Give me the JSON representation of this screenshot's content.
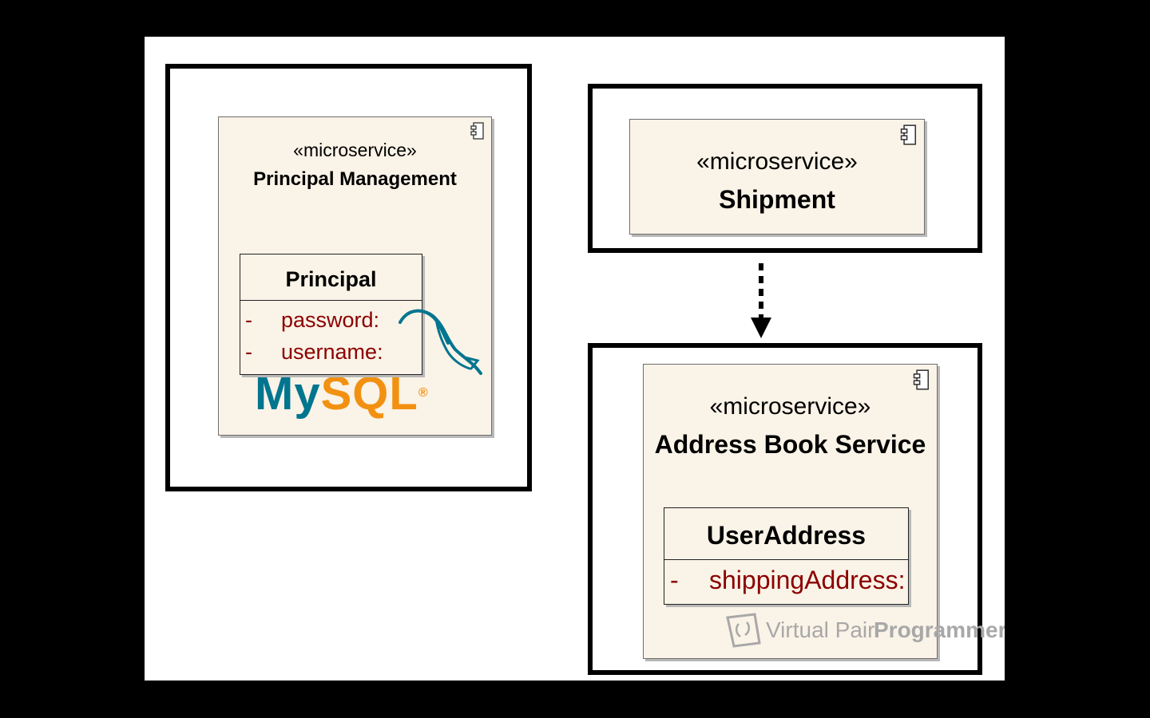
{
  "diagram": {
    "principal_management": {
      "stereotype": "«microservice»",
      "name": "Principal Management",
      "class": {
        "name": "Principal",
        "attributes": [
          {
            "visibility": "-",
            "name": "password:"
          },
          {
            "visibility": "-",
            "name": "username:"
          }
        ]
      },
      "database_logo": {
        "text_my": "My",
        "text_sql": "SQL",
        "mark": "®"
      }
    },
    "shipment": {
      "stereotype": "«microservice»",
      "name": "Shipment"
    },
    "address_book": {
      "stereotype": "«microservice»",
      "name": "Address Book Service",
      "class": {
        "name": "UserAddress",
        "attributes": [
          {
            "visibility": "-",
            "name": "shippingAddress:"
          }
        ]
      }
    },
    "dependency": {
      "from": "shipment",
      "to": "address_book",
      "style": "dashed-arrow"
    },
    "watermark": {
      "light": "Virtual Pair ",
      "bold": "Programmers"
    },
    "colors": {
      "component_fill": "#faf3e7",
      "attribute_text": "#8b0000",
      "mysql_blue": "#00758f",
      "mysql_orange": "#f29111"
    }
  }
}
